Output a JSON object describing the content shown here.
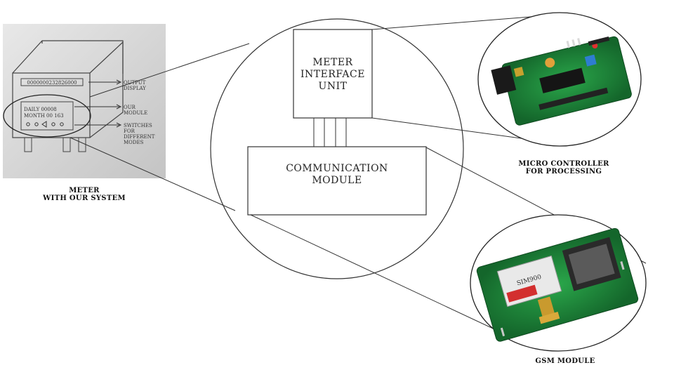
{
  "sketch": {
    "display_digits": "0000000232826000",
    "panel_line1": "DAILY 00008",
    "panel_line2": "MONTH 00 163",
    "arrow_labels": [
      "OUTPUT DISPLAY",
      "OUR MODULE",
      "SWITCHES FOR DIFFERENT MODES"
    ]
  },
  "captions": {
    "meter_line1": "METER",
    "meter_line2": "WITH OUR SYSTEM",
    "micro_line1": "MICRO CONTROLLER",
    "micro_line2": "FOR PROCESSING",
    "gsm": "GSM MODULE"
  },
  "blocks": {
    "meter_interface": "METER INTERFACE UNIT",
    "communication": "COMMUNICATION MODULE"
  },
  "gsm_chip_label": "SIM900",
  "colors": {
    "pcb_green": "#1f8a3a",
    "pcb_dark": "#145c27",
    "sketch_paper": "#dcdcdc",
    "gold": "#c99a2e"
  }
}
